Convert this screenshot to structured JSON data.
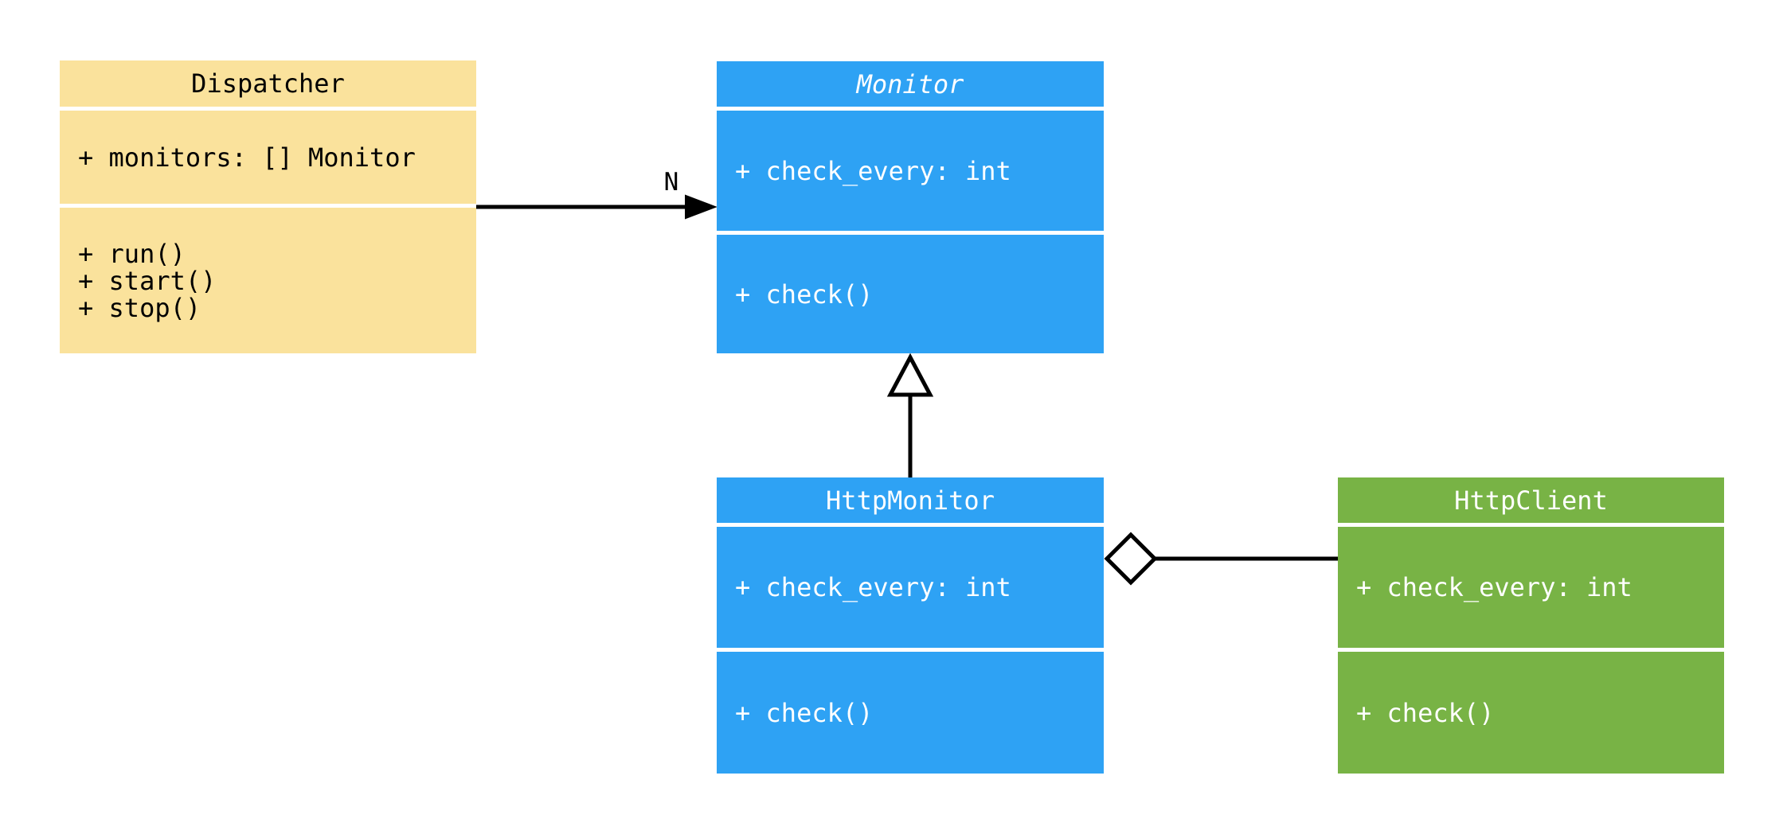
{
  "diagram": {
    "background": "#FFFFFF",
    "connector_color": "#000000",
    "classes": [
      {
        "name": "Dispatcher",
        "abstract": false,
        "fill": "#FAE29C",
        "text_color": "#000000",
        "attributes": [
          "+ monitors: [] Monitor"
        ],
        "methods": [
          "+ run()",
          "+ start()",
          "+ stop()"
        ]
      },
      {
        "name": "Monitor",
        "abstract": true,
        "fill": "#2EA2F4",
        "text_color": "#FFFFFF",
        "attributes": [
          "+ check_every: int"
        ],
        "methods": [
          "+ check()"
        ]
      },
      {
        "name": "HttpMonitor",
        "abstract": false,
        "fill": "#2EA2F4",
        "text_color": "#FFFFFF",
        "attributes": [
          "+ check_every: int"
        ],
        "methods": [
          "+ check()"
        ]
      },
      {
        "name": "HttpClient",
        "abstract": false,
        "fill": "#78B345",
        "text_color": "#FFFFFF",
        "attributes": [
          "+ check_every: int"
        ],
        "methods": [
          "+ check()"
        ]
      }
    ],
    "relationships": [
      {
        "type": "association",
        "from": "Dispatcher",
        "to": "Monitor",
        "label": "N",
        "head": "filled-arrow"
      },
      {
        "type": "inheritance",
        "from": "HttpMonitor",
        "to": "Monitor",
        "label": "",
        "head": "hollow-triangle"
      },
      {
        "type": "aggregation",
        "from": "HttpMonitor",
        "to": "HttpClient",
        "label": "",
        "head": "hollow-diamond"
      }
    ]
  }
}
